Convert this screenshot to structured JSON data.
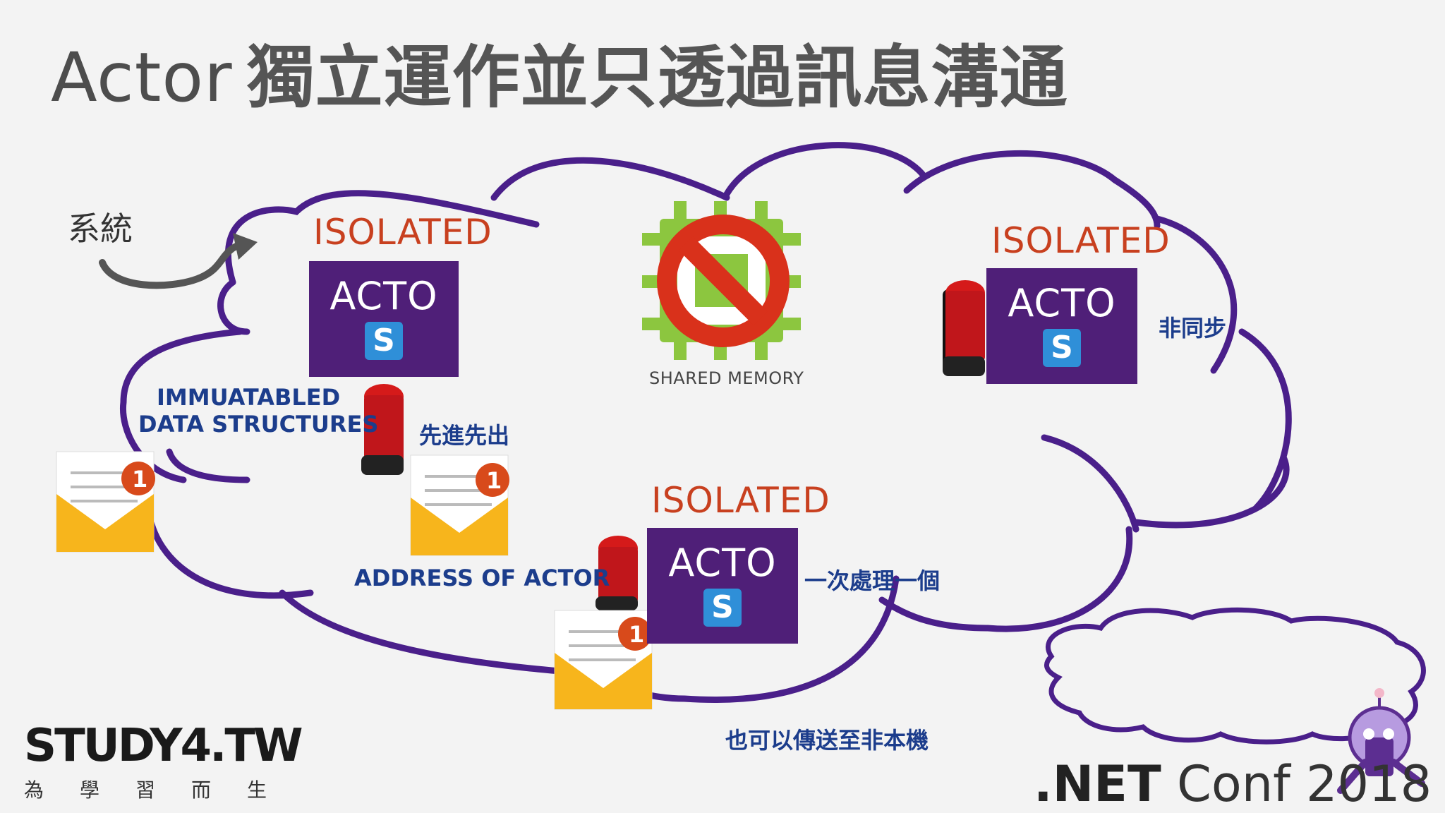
{
  "title": {
    "prefix": "Actor",
    "main": "獨立運作並只透過訊息溝通"
  },
  "system_label": "系統",
  "isolated_labels": [
    "ISOLATED",
    "ISOLATED",
    "ISOLATED"
  ],
  "actors": [
    {
      "label": "ACTO",
      "badge": "S"
    },
    {
      "label": "ACTO",
      "badge": "S"
    },
    {
      "label": "ACTO",
      "badge": "S"
    }
  ],
  "shared_memory_label": "SHARED MEMORY",
  "immutable_label": {
    "line1": "IMMUATABLED",
    "line2": "DATA STRUCTURES"
  },
  "fifo_label": "先進先出",
  "async_label": "非同步",
  "address_label": "ADDRESS OF ACTOR",
  "one_at_a_time_label": "一次處理一個",
  "remote_label": "也可以傳送至非本機",
  "mail_badge": "1",
  "logo": {
    "main": "STUDY4.TW",
    "sub": [
      "為",
      "學",
      "習",
      "而",
      "生"
    ]
  },
  "footer": {
    "net": ".NET",
    "rest": "Conf 2018"
  },
  "colors": {
    "cloud_stroke": "#4a1f8a",
    "isolated": "#c8401f",
    "actor_box": "#4f1f78",
    "blue_text": "#1c3d8c",
    "chip_green": "#8cc63f",
    "no_sign_red": "#d9311b"
  }
}
